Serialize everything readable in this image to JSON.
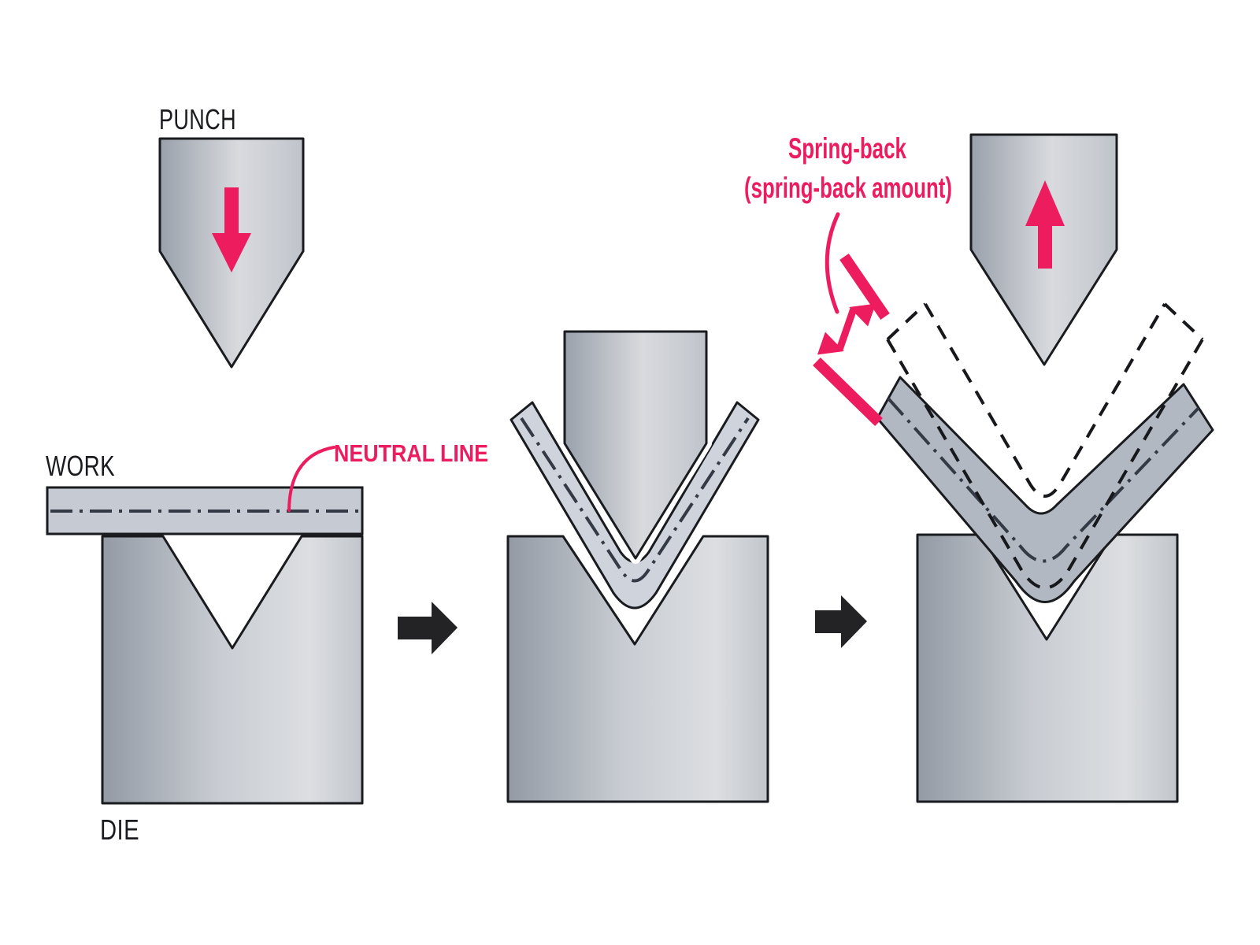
{
  "figure": {
    "background": "#ffffff",
    "labels": {
      "punch": "PUNCH",
      "work": "WORK",
      "die": "DIE",
      "neutral_line": "NEUTRAL LINE",
      "spring_back_title": "Spring-back",
      "spring_back_subtitle": "(spring-back amount)"
    },
    "colors": {
      "accent_pink": "#ec1c5e",
      "outline_black": "#1a1b1f",
      "metal_gradient_dark": "#939aa4",
      "metal_gradient_light": "#dcdee1",
      "work_sheet_gray": "#c6cad2",
      "bent_sheet_light_gray": "#ced3dc",
      "sprung_sheet_gray": "#b2b8c1",
      "step_arrow_black": "#232326",
      "neutral_line_color": "#333a46"
    },
    "icons": {
      "punch_press_direction": "down-arrow",
      "punch_return_direction": "up-arrow",
      "step_1_to_2": "right-arrow",
      "step_2_to_3": "right-arrow",
      "spring_back_amount_gap": "double-headed-arrow",
      "neutral_line_pointer": "curved-leader-line",
      "spring_back_pointer": "curved-leader-line"
    }
  }
}
